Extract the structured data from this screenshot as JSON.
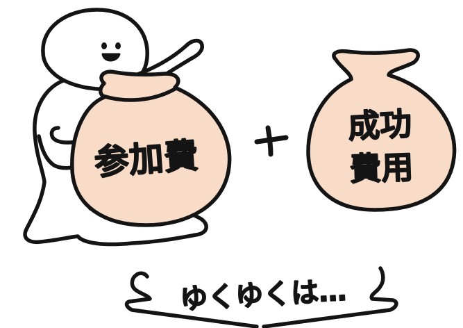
{
  "illustration": {
    "bag_left": {
      "label": "参加費"
    },
    "bag_right": {
      "label_line1": "成功",
      "label_line2": "費用"
    },
    "plus_sign": "+",
    "caption": "ゆくゆくは…",
    "colors": {
      "ink": "#141414",
      "bag_fill": "#f8dcc8",
      "character_fill": "#ffffff",
      "background": "#ffffff"
    },
    "icons": [
      "character",
      "money-bag-icon",
      "money-bag-icon",
      "plus-icon",
      "down-arrow-icon"
    ]
  }
}
